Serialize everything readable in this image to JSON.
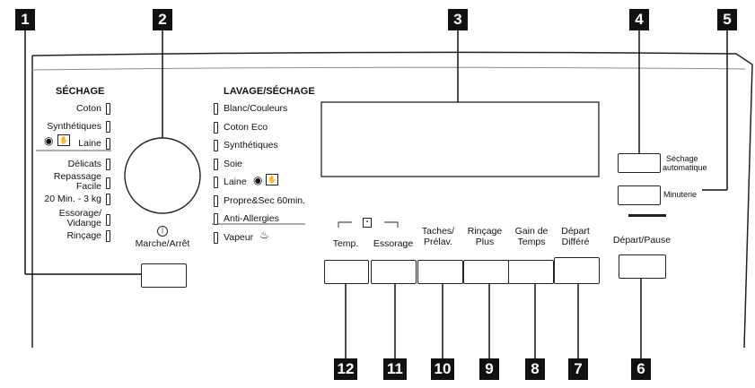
{
  "callouts": [
    "1",
    "2",
    "3",
    "4",
    "5",
    "6",
    "7",
    "8",
    "9",
    "10",
    "11",
    "12"
  ],
  "drying": {
    "header": "SÉCHAGE",
    "items": [
      "Coton",
      "Synthétiques",
      "Laine",
      "Délicats",
      "Repassage",
      "Facile",
      "20 Min. - 3 kg",
      "Essorage/",
      "Vidange",
      "Rinçage"
    ]
  },
  "washing": {
    "header": "LAVAGE/SÉCHAGE",
    "items": [
      "Blanc/Couleurs",
      "Coton Eco",
      "Synthétiques",
      "Soie",
      "Laine",
      "Propre&Sec 60min.",
      "Anti-Allergies",
      "Vapeur"
    ]
  },
  "power": {
    "label": "Marche/Arrêt"
  },
  "right_panel": {
    "auto_dry_line1": "Séchage",
    "auto_dry_line2": "automatique",
    "timer": "Minuterie",
    "start_pause": "Départ/Pause"
  },
  "option_buttons": {
    "temp": "Temp.",
    "spin": "Essorage",
    "stains_1": "Taches/",
    "stains_2": "Prélav.",
    "rinse_1": "Rinçage",
    "rinse_2": "Plus",
    "time_1": "Gain de",
    "time_2": "Temps",
    "delay_1": "Départ",
    "delay_2": "Différé"
  },
  "icons": [
    "wool-ball-icon",
    "hand-wash-icon",
    "wool-ball-icon",
    "hand-wash-icon",
    "steam-icon",
    "power-icon",
    "child-lock-icon"
  ]
}
